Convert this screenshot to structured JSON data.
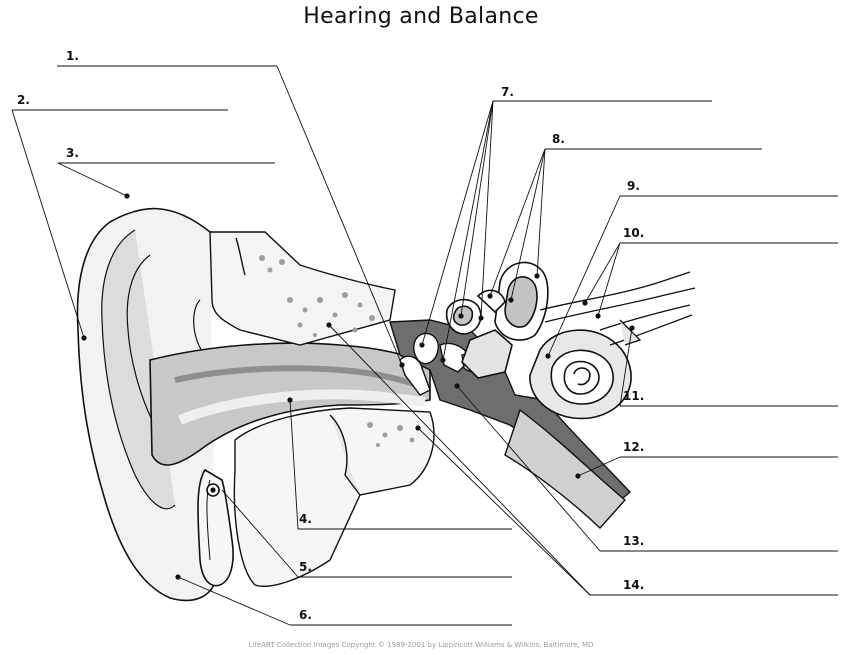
{
  "title": "Hearing and Balance",
  "labels": [
    "1.",
    "2.",
    "3.",
    "4.",
    "5.",
    "6.",
    "7.",
    "8.",
    "9.",
    "10.",
    "11.",
    "12.",
    "13.",
    "14."
  ],
  "credit": "LifeART Collection Images Copyright © 1989-2001 by Lippincott Williams & Wilkins, Baltimore, MD",
  "colors": {
    "line": "#111111",
    "light_gray": "#dcdcdc",
    "mid_gray": "#a9a9a9",
    "dark_gray": "#6e6e6e"
  }
}
